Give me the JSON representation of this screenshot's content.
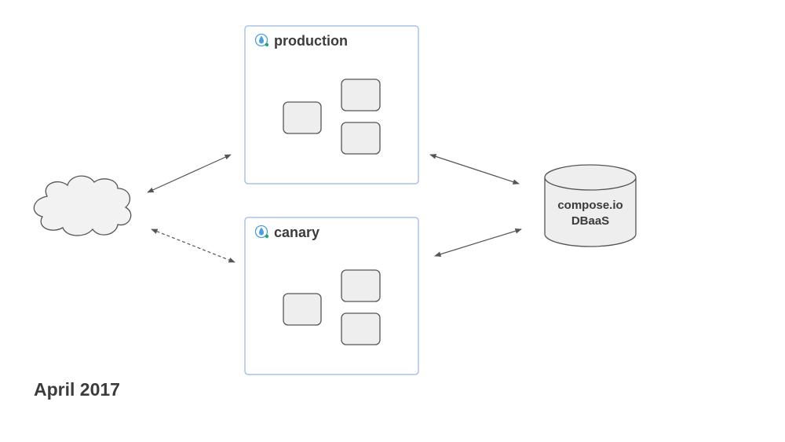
{
  "environments": {
    "production": {
      "label": "production"
    },
    "canary": {
      "label": "canary"
    }
  },
  "database": {
    "line1": "compose.io",
    "line2": "DBaaS"
  },
  "footer": {
    "date": "April 2017"
  },
  "colors": {
    "environment_border": "#a9c4e8",
    "node_fill": "#eeeeee",
    "node_border": "#555555",
    "cloud_fill": "#f2f2f2",
    "arrow": "#555555",
    "drop_icon": "#4a9fd8",
    "status_dot": "#22aa66"
  },
  "icons": {
    "environment": "water-drop-icon",
    "internet": "cloud-icon",
    "database": "database-cylinder-icon"
  }
}
